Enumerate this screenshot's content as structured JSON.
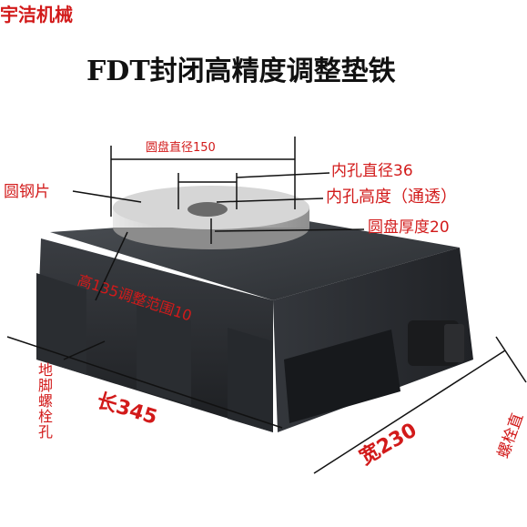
{
  "header": {
    "brand": "宇洁机械",
    "title": "FDT封闭高精度调整垫铁"
  },
  "labels": {
    "disc_diameter": "圆盘直径150",
    "inner_hole_diameter": "内孔直径36",
    "inner_hole_height": "内孔高度（通透）",
    "disc_thickness": "圆盘厚度20",
    "steel_plate": "圆钢片",
    "height_adjust": "高135调整范围10",
    "anchor_hole": "地脚螺栓孔",
    "length": "长345",
    "width": "宽230",
    "bolt_diameter": "螺栓直"
  },
  "colors": {
    "label_red": "#d21a1a",
    "title_black": "#111111",
    "body_dark": "#2c2f33",
    "disc_silver": "#c9c9c9"
  }
}
